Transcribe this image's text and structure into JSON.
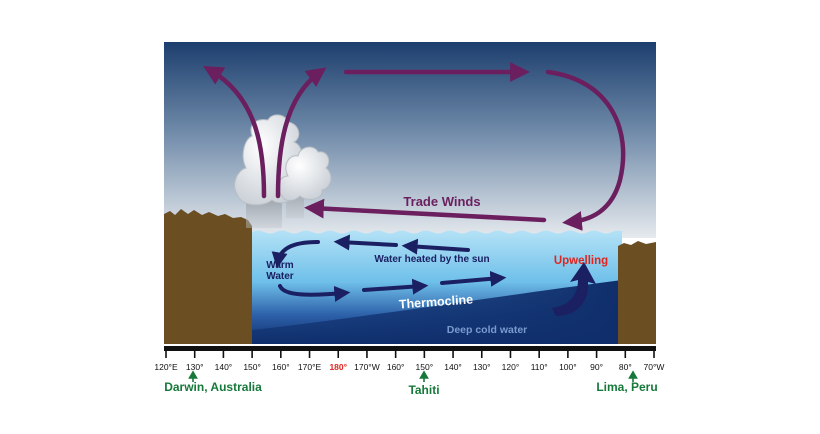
{
  "colors": {
    "sky_top": "#1d3f6e",
    "sky_bottom": "#e6eaee",
    "ocean_light": "#a9dcf3",
    "ocean_deep": "#0f2e6b",
    "land": "#6b4e22",
    "air_arrow": "#6b1f5e",
    "water_arrow": "#1b2063",
    "upwelling_label": "#e0251f",
    "location_label": "#16793a",
    "highlight_tick": "#e0251f",
    "deep_water_label": "#7a9bd0"
  },
  "icons": [
    "cloud-icon",
    "rain-icon",
    "up-arrow-icon"
  ],
  "labels": {
    "trade_winds": "Trade Winds",
    "water_heated": "Water heated by the sun",
    "upwelling": "Upwelling",
    "warm_water_line1": "Warm",
    "warm_water_line2": "Water",
    "thermocline": "Thermocline",
    "deep_cold": "Deep cold water"
  },
  "axis": {
    "ticks": [
      "120°E",
      "130°",
      "140°",
      "150°",
      "160°",
      "170°E",
      "180°",
      "170°W",
      "160°",
      "150°",
      "140°",
      "130°",
      "120°",
      "110°",
      "100°",
      "90°",
      "80°",
      "70°W"
    ],
    "highlight_tick": "180°"
  },
  "locations": [
    {
      "name": "Darwin, Australia",
      "tick": "130°"
    },
    {
      "name": "Tahiti",
      "tick": "150°"
    },
    {
      "name": "Lima, Peru",
      "tick": "80°"
    }
  ]
}
